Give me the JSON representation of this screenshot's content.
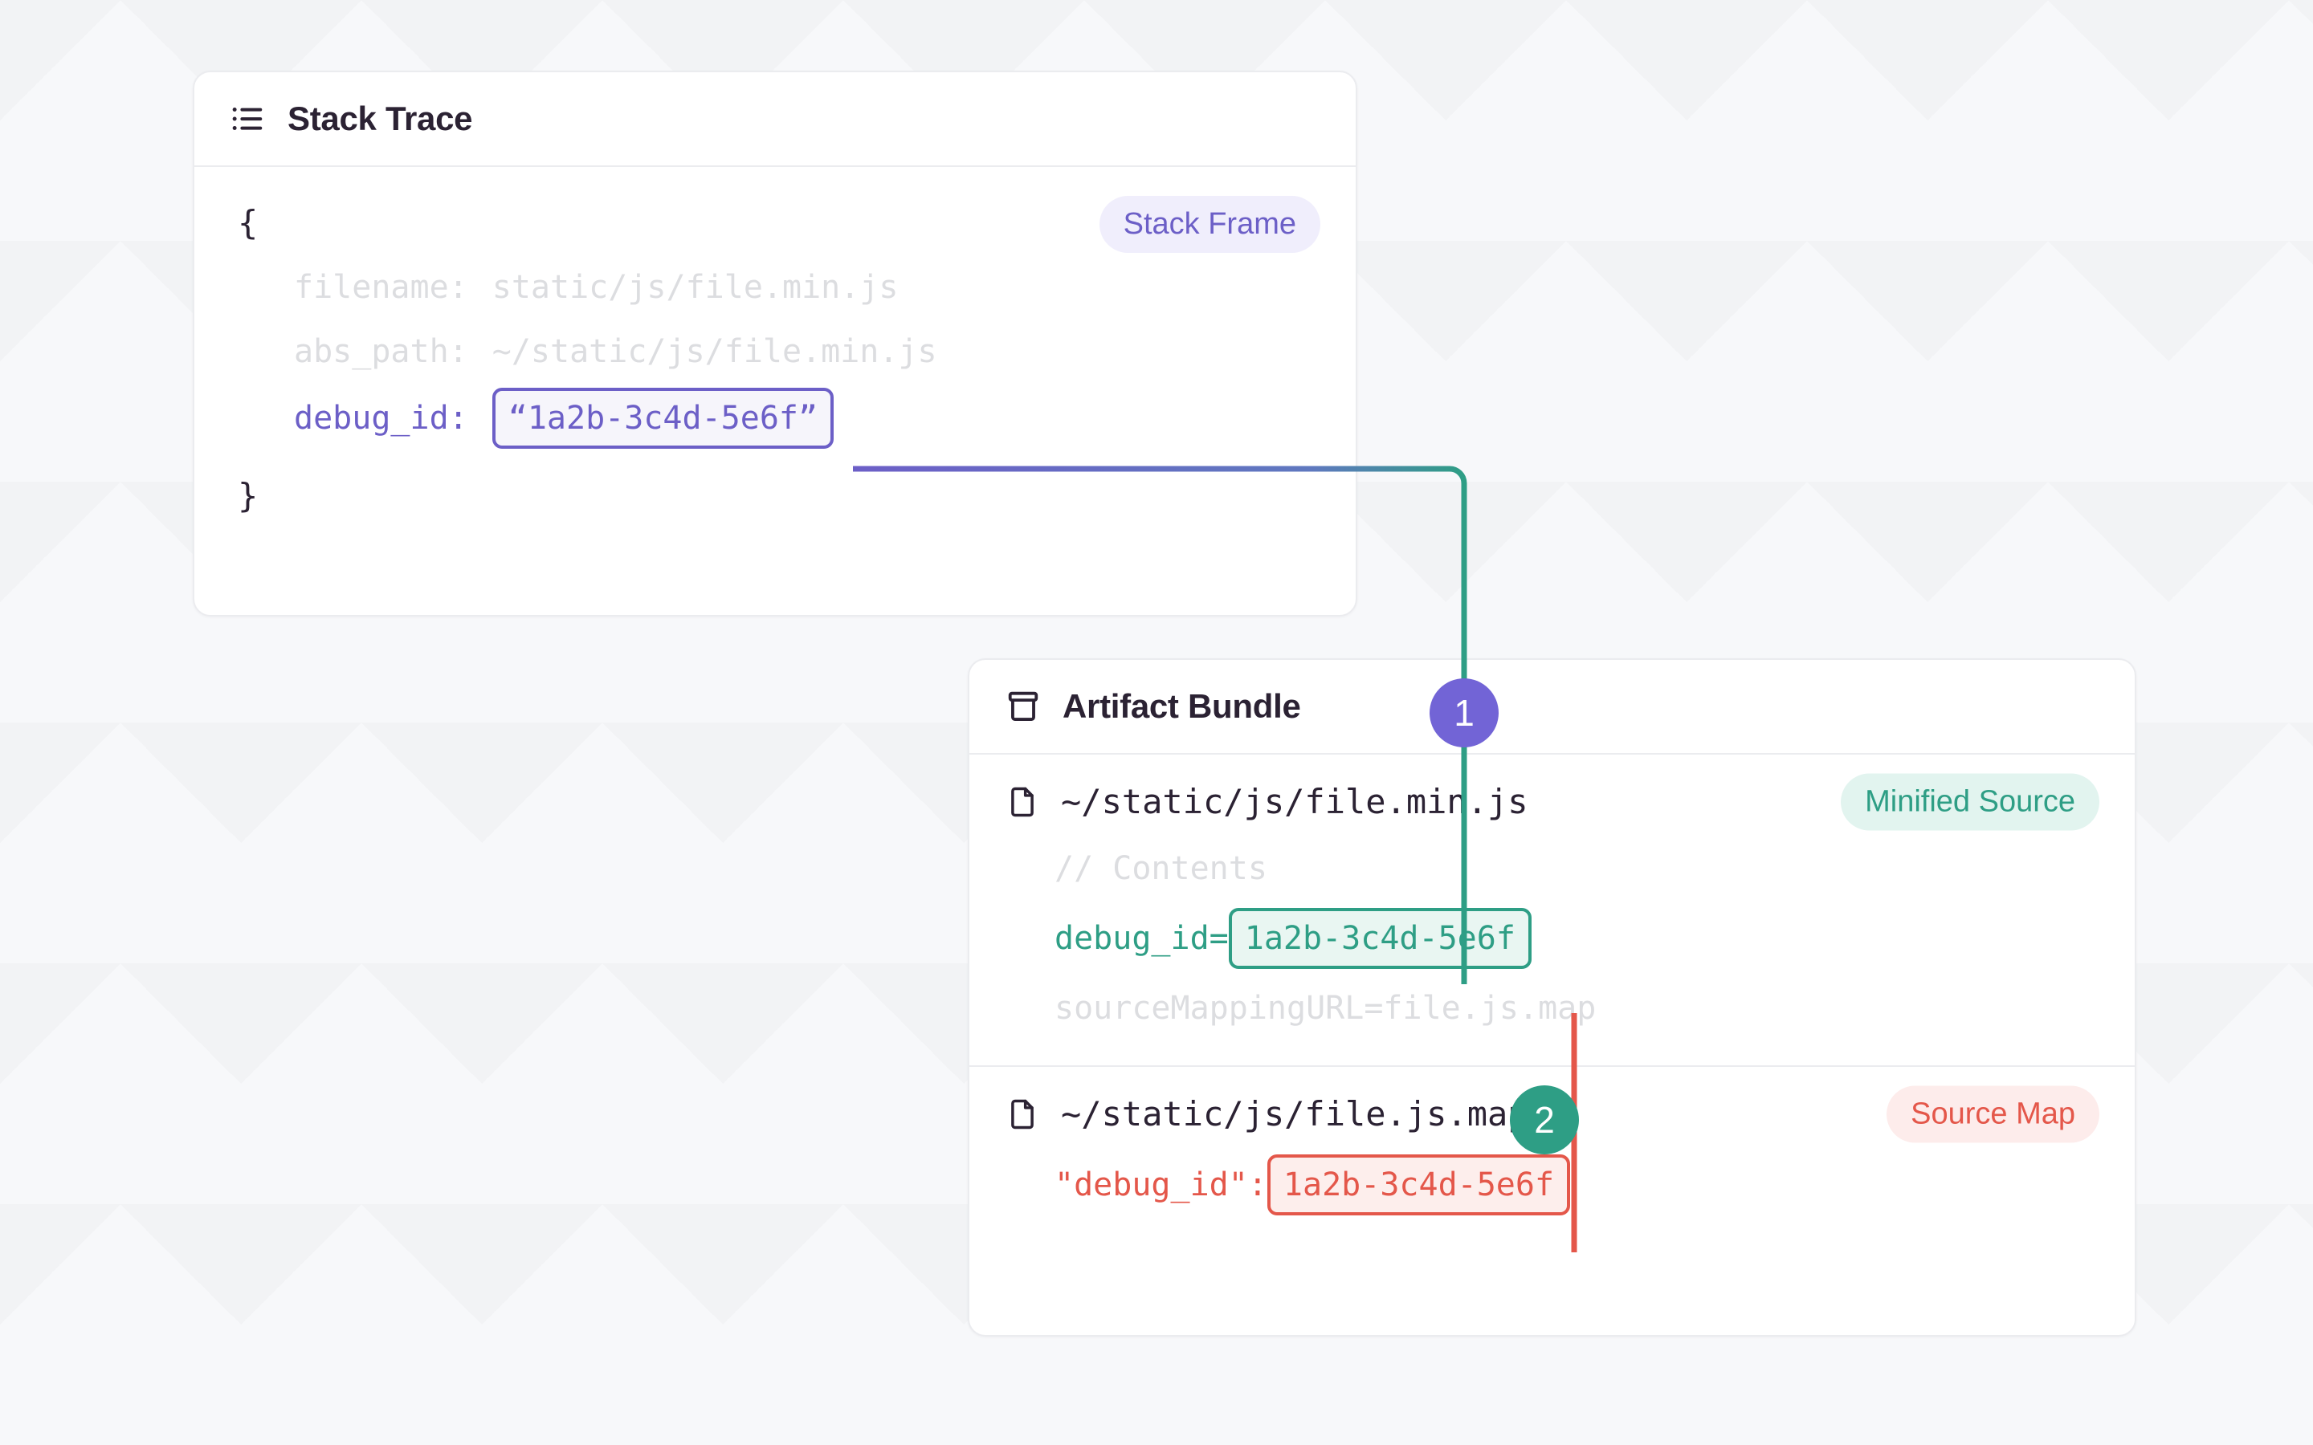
{
  "canvas": {
    "background": "#f7f8fa"
  },
  "colors": {
    "purple": "#6c5fc7",
    "purple_badge_bg": "#f0eefc",
    "teal": "#2e9e85",
    "teal_badge_bg": "#e2f4ef",
    "red": "#e4574a",
    "red_badge_bg": "#fdeceb",
    "text": "#2b2233",
    "muted": "#dcdde0",
    "border": "#ebecef"
  },
  "stack_trace_card": {
    "icon": "list-icon",
    "title": "Stack Trace",
    "badge": "Stack Frame",
    "open_brace": "{",
    "close_brace": "}",
    "fields": [
      {
        "key": "filename:",
        "value": "static/js/file.min.js",
        "muted": true
      },
      {
        "key": "abs_path:",
        "value": "~/static/js/file.min.js",
        "muted": true
      }
    ],
    "debug_id_key": "debug_id:",
    "debug_id_value": "“1a2b-3c4d-5e6f”"
  },
  "artifact_bundle_card": {
    "icon": "package-icon",
    "title": "Artifact Bundle",
    "minified_source": {
      "icon": "file-icon",
      "path": "~/static/js/file.min.js",
      "badge": "Minified Source",
      "comment": "// Contents",
      "debug_id_key": "debug_id=",
      "debug_id_value": "1a2b-3c4d-5e6f",
      "source_mapping_key": "sourceMappingURL=",
      "source_mapping_value": "file.js.map"
    },
    "source_map": {
      "icon": "file-icon",
      "path": "~/static/js/file.js.map",
      "badge": "Source Map",
      "debug_id_key": "\"debug_id\":",
      "debug_id_value": "1a2b-3c4d-5e6f"
    }
  },
  "connectors": [
    {
      "label": "1",
      "color": "#7264d6",
      "from": "stack-frame-debug-id",
      "to": "minified-source-debug-id"
    },
    {
      "label": "2",
      "color": "#2e9e85",
      "from": "minified-source-debug-id",
      "to": "source-map-debug-id"
    }
  ]
}
